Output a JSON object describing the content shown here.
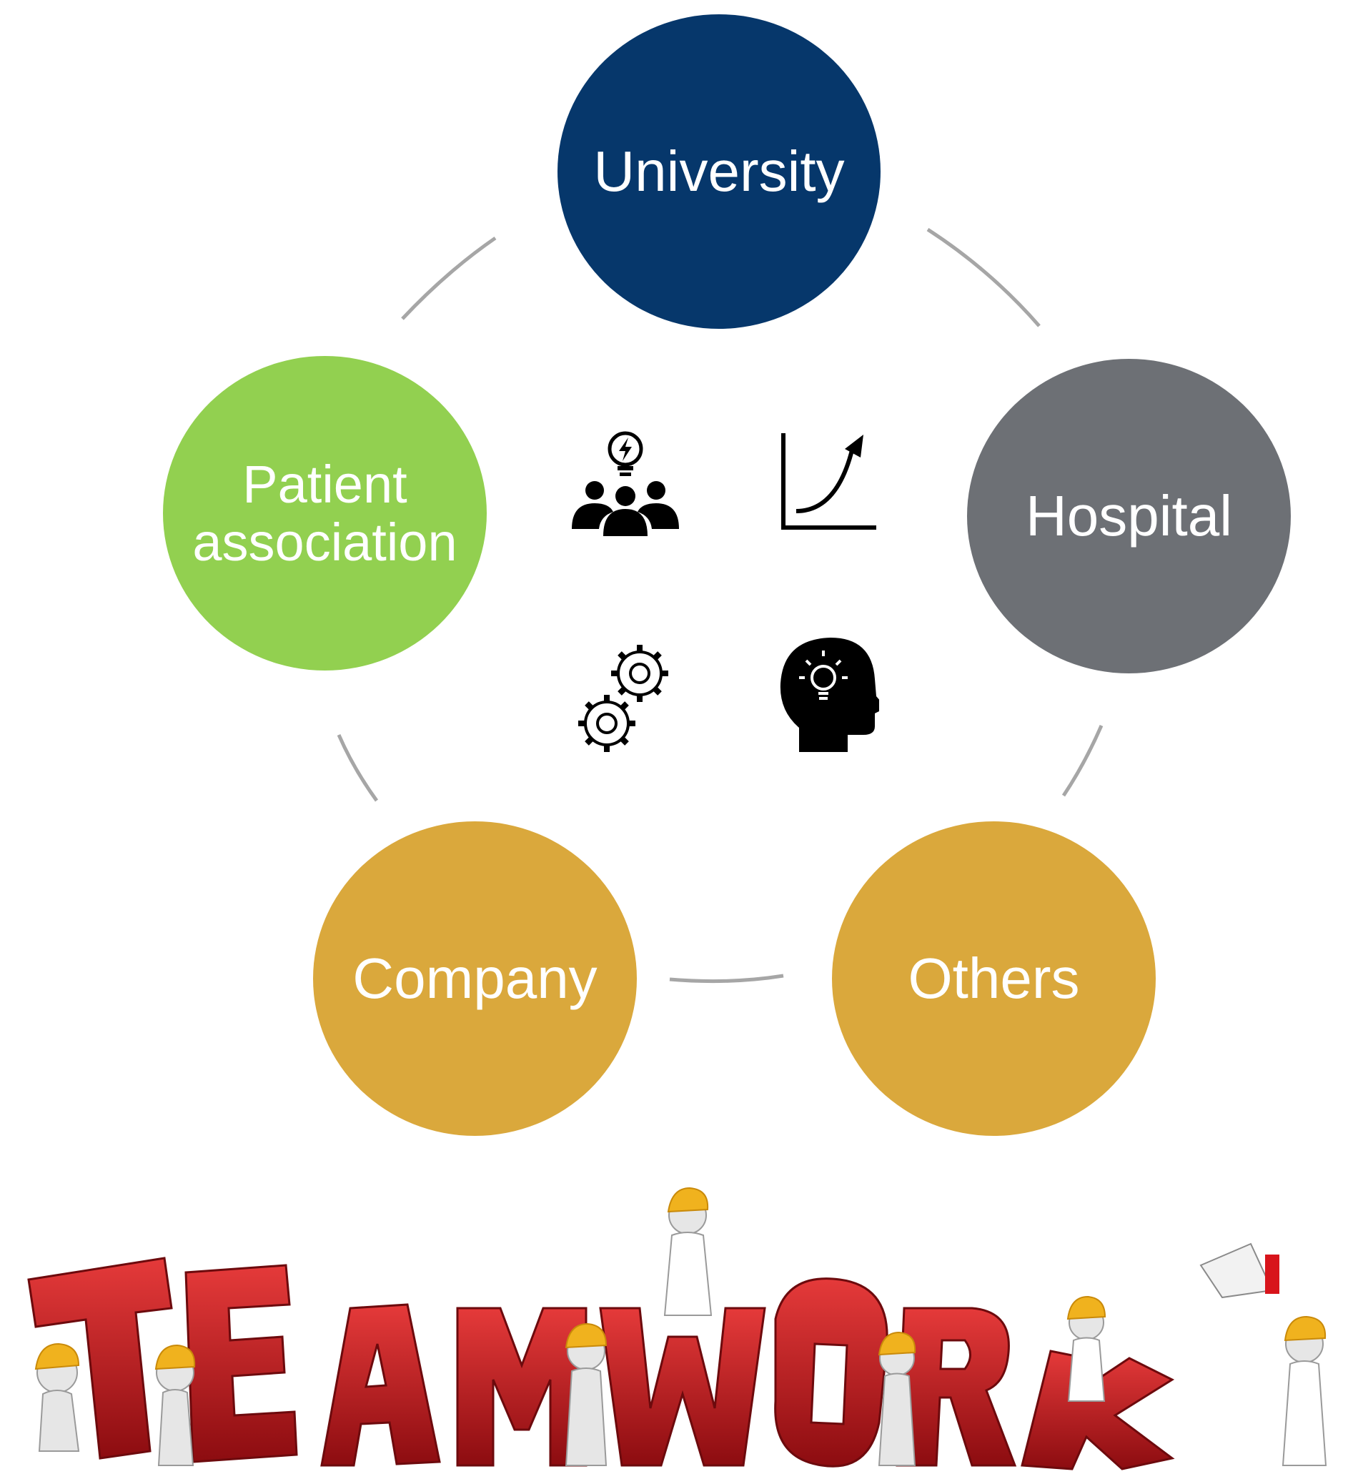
{
  "diagram": {
    "nodes": [
      {
        "id": "university",
        "label": "University",
        "color": "#06376b"
      },
      {
        "id": "hospital",
        "label": "Hospital",
        "color": "#6d7075"
      },
      {
        "id": "others",
        "label": "Others",
        "color": "#daa83c"
      },
      {
        "id": "company",
        "label": "Company",
        "color": "#daa83c"
      },
      {
        "id": "patient",
        "label_line1": "Patient",
        "label_line2": "association",
        "color": "#92d050"
      }
    ],
    "link_color": "#a6a6a6",
    "center_icons": [
      "team-idea-icon",
      "growth-chart-icon",
      "gears-icon",
      "head-lightbulb-icon"
    ]
  },
  "banner": {
    "image": "teamwork-illustration",
    "letters_color": "#c0141b"
  }
}
